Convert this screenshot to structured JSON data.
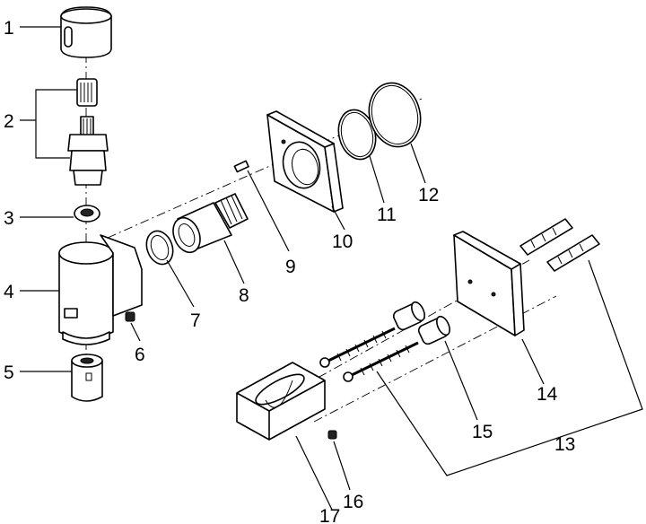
{
  "labels": {
    "l1": "1",
    "l2": "2",
    "l3": "3",
    "l4": "4",
    "l5": "5",
    "l6": "6",
    "l7": "7",
    "l8": "8",
    "l9": "9",
    "l10": "10",
    "l11": "11",
    "l12": "12",
    "l13": "13",
    "l14": "14",
    "l15": "15",
    "l16": "16",
    "l17": "17"
  },
  "colors": {
    "ink": "#000000",
    "background": "#ffffff"
  }
}
